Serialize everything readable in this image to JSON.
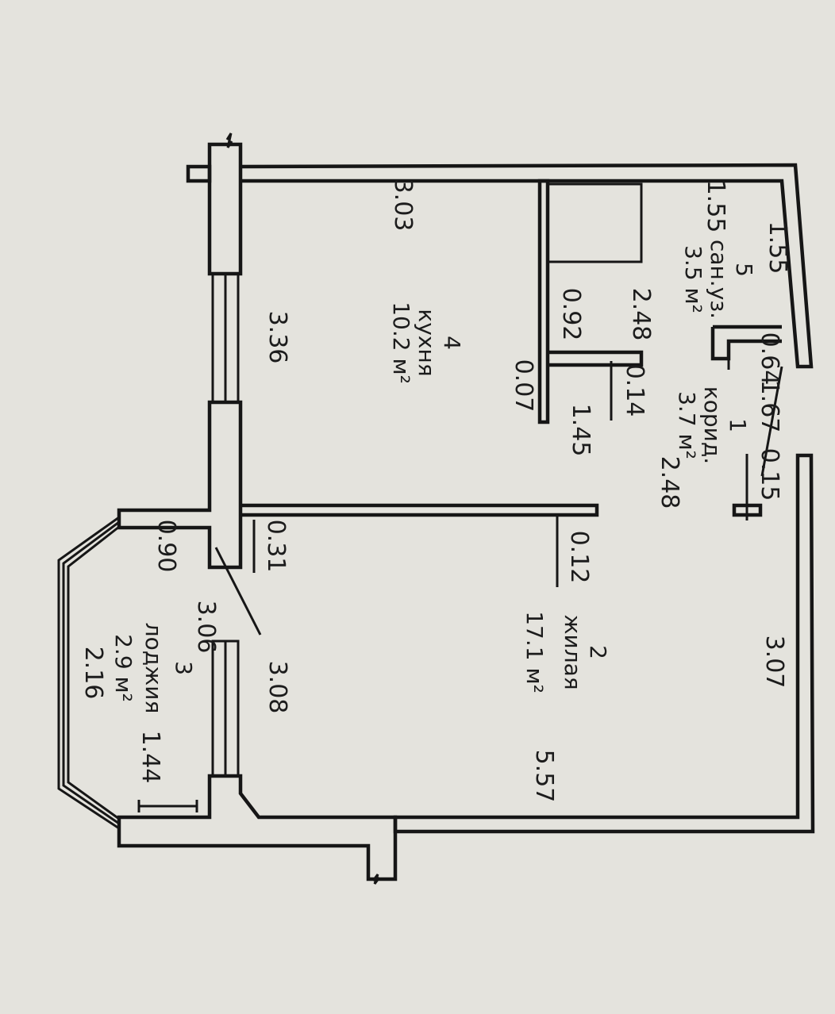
{
  "rooms": [
    {
      "id": "kitchen",
      "number": "4",
      "name": "кухня",
      "area": "10.2 м²"
    },
    {
      "id": "living",
      "number": "2",
      "name": "жилая",
      "area": "17.1 м²"
    },
    {
      "id": "corridor",
      "number": "1",
      "name": "корид.",
      "area": "3.7 м²"
    },
    {
      "id": "bathroom",
      "number": "5",
      "name": "сан.уз.",
      "area": "3.5 м²"
    },
    {
      "id": "loggia",
      "number": "3",
      "name": "лоджия",
      "area": "2.9 м²"
    }
  ],
  "dimensions": {
    "kitchen_top": "3.03",
    "kitchen_window_side": "3.36",
    "bath_width": "1.55",
    "bath_length": "1.55",
    "bath_inner": "2.48",
    "partition_092": "0.92",
    "partition_007": "0.07",
    "partition_145": "1.45",
    "partition_014": "0.14",
    "bath_064": "0.64",
    "corridor_167": "1.67",
    "corridor_015": "0.15",
    "corridor_248": "2.48",
    "living_012": "0.12",
    "living_307": "3.07",
    "living_557": "5.57",
    "living_308": "3.08",
    "loggia_031": "0.31",
    "loggia_090": "0.90",
    "loggia_306": "3.06",
    "loggia_216": "2.16",
    "loggia_144": "1.44"
  }
}
